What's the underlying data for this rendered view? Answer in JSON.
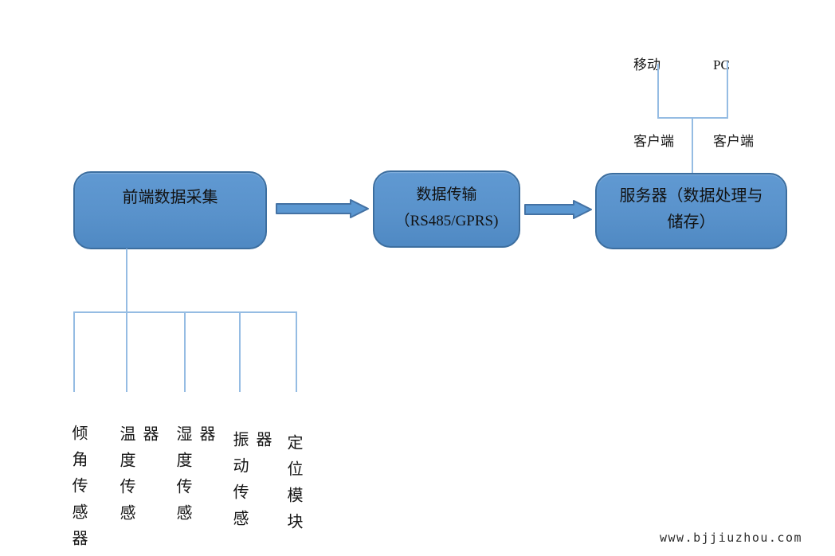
{
  "page": {
    "background": "#ffffff",
    "watermark": "www.bjjiuzhou.com"
  },
  "colors": {
    "box_fill": "#5992cb",
    "box_border": "#3c6e9f",
    "arrow_fill": "#5b97d1",
    "arrow_border": "#4472a4",
    "connector_line": "#95bce3",
    "text": "#161616"
  },
  "flow": {
    "boxes": [
      {
        "id": "frontend",
        "lines": [
          "前端数据采集",
          ""
        ]
      },
      {
        "id": "transmission",
        "lines": [
          "数据传输",
          "（RS485/GPRS)"
        ]
      },
      {
        "id": "server",
        "lines": [
          "服务器（数据处理与",
          "储存）"
        ]
      }
    ]
  },
  "clients": [
    {
      "id": "mobile",
      "lines": [
        "移动",
        "客户端"
      ]
    },
    {
      "id": "pc",
      "lines": [
        "PC",
        "客户端"
      ]
    }
  ],
  "sensors": [
    "倾角传感器",
    "温度传感器",
    "湿度传感器",
    "振动传感器",
    "定位模块"
  ]
}
